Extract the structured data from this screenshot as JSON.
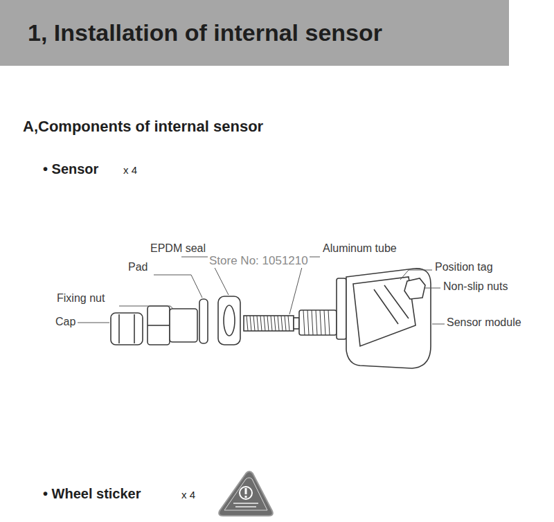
{
  "diagram": {
    "title": "1, Installation of internal sensor",
    "labels": [
      "A,Components of internal sensor",
      "• Sensor",
      "x 4",
      "EPDM seal",
      "Pad",
      "Aluminum tube",
      "Position tag",
      "Non-slip nuts",
      "Fixing nut",
      "Cap",
      "Sensor module",
      "Store No: 1051210",
      "• Wheel sticker",
      "x 4"
    ]
  }
}
